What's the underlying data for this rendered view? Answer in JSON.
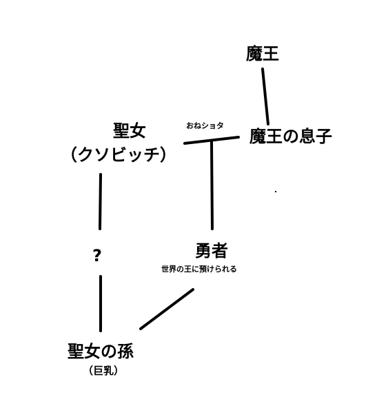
{
  "nodes": {
    "demon_king": "魔王",
    "demon_king_son": "魔王の息子",
    "saint_woman": "聖女",
    "saint_woman_note": "（クソビッチ）",
    "unknown": "?",
    "hero": "勇者",
    "hero_note": "世界の王に預けられる",
    "saint_grandchild": "聖女の孫",
    "saint_grandchild_note": "（巨乳）",
    "union_label": "おねショタ"
  },
  "colors": {
    "line": "#000000",
    "text": "#000000",
    "background": "#ffffff"
  }
}
